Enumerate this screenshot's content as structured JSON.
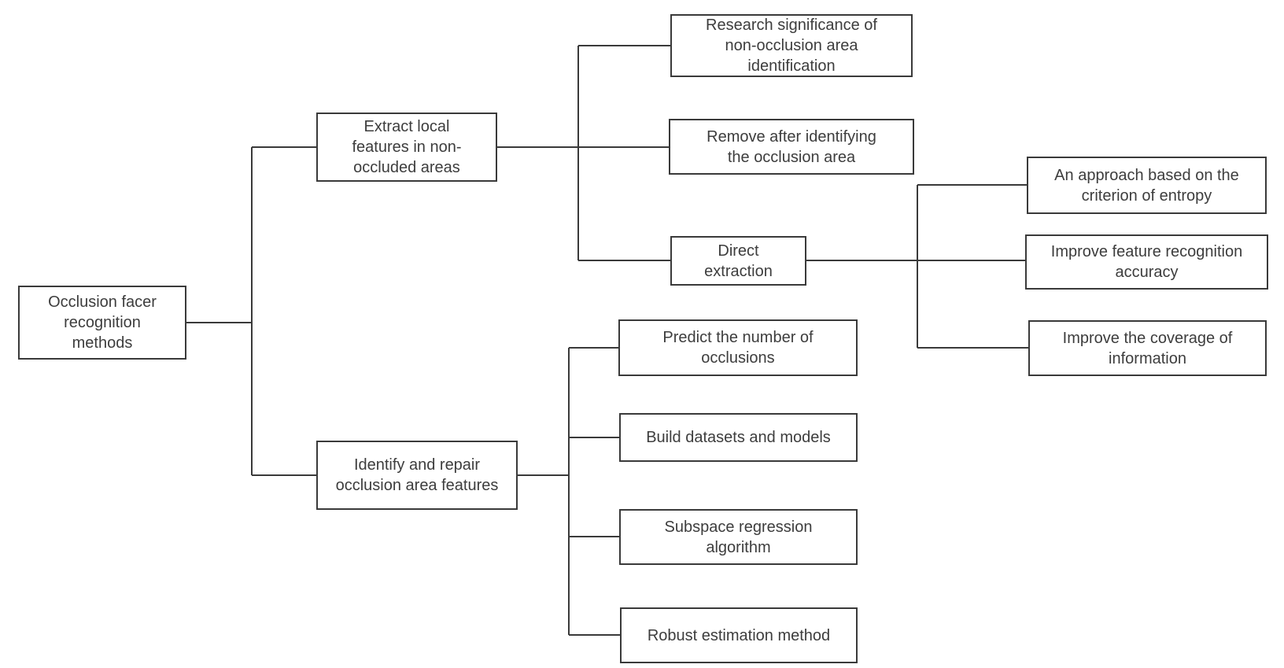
{
  "diagram": {
    "type": "tree-flowchart",
    "background_color": "#ffffff",
    "line_color": "#3a3a3a",
    "text_color": "#3d3d3d",
    "nodes": {
      "root": {
        "label": "Occlusion facer\nrecognition\nmethods"
      },
      "extract_local": {
        "label": "Extract local\nfeatures in non-\noccluded areas"
      },
      "identify_repair": {
        "label": "Identify and repair\nocclusion area features"
      },
      "research_significance": {
        "label": "Research significance of\nnon-occlusion area\nidentification"
      },
      "remove_after": {
        "label": "Remove after identifying\nthe occlusion area"
      },
      "direct_extraction": {
        "label": "Direct\nextraction"
      },
      "entropy_approach": {
        "label": "An approach based on the\ncriterion of entropy"
      },
      "recognition_accuracy": {
        "label": "Improve feature recognition\naccuracy"
      },
      "coverage_information": {
        "label": "Improve the coverage of\ninformation"
      },
      "predict_occlusions": {
        "label": "Predict the number of\nocclusions"
      },
      "build_datasets": {
        "label": "Build datasets and models"
      },
      "subspace_regression": {
        "label": "Subspace regression\nalgorithm"
      },
      "robust_estimation": {
        "label": "Robust estimation method"
      }
    },
    "edges": [
      "root -> extract_local",
      "root -> identify_repair",
      "extract_local -> research_significance",
      "extract_local -> remove_after",
      "extract_local -> direct_extraction",
      "direct_extraction -> entropy_approach",
      "direct_extraction -> recognition_accuracy",
      "direct_extraction -> coverage_information",
      "identify_repair -> predict_occlusions",
      "identify_repair -> build_datasets",
      "identify_repair -> subspace_regression",
      "identify_repair -> robust_estimation"
    ]
  }
}
